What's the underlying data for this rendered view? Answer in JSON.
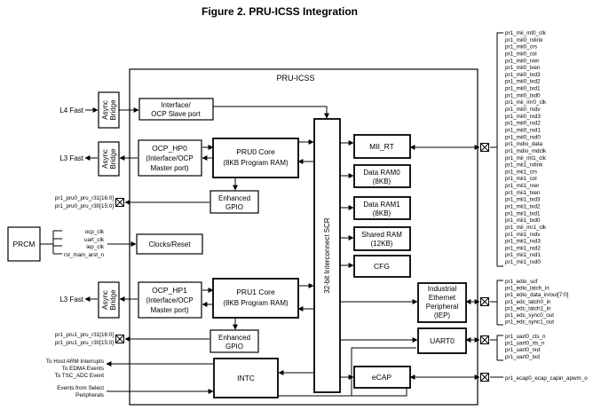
{
  "title": "Figure 2. PRU-ICSS Integration",
  "subsystem_label": "PRU-ICSS",
  "blocks": {
    "prcm": "PRCM",
    "async_bridge": [
      "Async",
      "Bridge"
    ],
    "ocp_slave": [
      "Interface/",
      "OCP Slave port"
    ],
    "ocp_hp0": [
      "OCP_HP0",
      "(Interface/OCP",
      "Master port)"
    ],
    "ocp_hp1": [
      "OCP_HP1",
      "(Interface/OCP",
      "Master port)"
    ],
    "pru0_core": [
      "PRU0 Core",
      "(8KB Program RAM)"
    ],
    "pru1_core": [
      "PRU1 Core",
      "(8KB Program RAM)"
    ],
    "enhanced_gpio": [
      "Enhanced",
      "GPIO"
    ],
    "clocks_reset": "Clocks/Reset",
    "interconnect": "32-bit Interconnect SCR",
    "intc": "INTC",
    "mii_rt": "MII_RT",
    "data_ram0": [
      "Data RAM0",
      "(8KB)"
    ],
    "data_ram1": [
      "Data RAM1",
      "(8KB)"
    ],
    "shared_ram": [
      "Shared RAM",
      "(12KB)"
    ],
    "cfg": "CFG",
    "iep": [
      "Industrial",
      "Ethernet",
      "Peripheral",
      "(IEP)"
    ],
    "uart0": "UART0",
    "ecap": "eCAP"
  },
  "left_labels": {
    "l4_fast": "L4 Fast",
    "l3_fast_0": "L3 Fast",
    "l3_fast_1": "L3 Fast",
    "pru0_gpio": [
      "pr1_pru0_pru_r31[16:0]",
      "pr1_pru0_pru_r30[15:0]"
    ],
    "pru1_gpio": [
      "pr1_pru1_pru_r31[16:0]",
      "pr1_pru1_pru_r30[15:0]"
    ],
    "clock_signals": [
      "ocp_clk",
      "uart_clk",
      "iep_clk",
      "rst_main_arst_n"
    ],
    "interrupts_out": [
      "To Host ARM Interrupts",
      "To EDMA Events",
      "To TSC_ADC Event"
    ],
    "events_in": [
      "Events from Select",
      "Peripherals"
    ]
  },
  "right_signals": {
    "mii": [
      "pr1_mii_mt0_clk",
      "pr1_mii0_rxlink",
      "pr1_mii0_crs",
      "pr1_mii0_col",
      "pr1_mii0_rxer",
      "pr1_mii0_txen",
      "pr1_mii0_txd3",
      "pr1_mii0_txd2",
      "pr1_mii0_txd1",
      "pr1_mii0_txd0",
      "pr1_mii_mr0_clk",
      "pr1_mii0_rxdv",
      "pr1_mii0_rxd3",
      "pr1_mii0_rxd2",
      "pr1_mii0_rxd1",
      "pr1_mii0_rxd0",
      "pr1_mdio_data",
      "pr1_mdio_mdclk",
      "pr1_mii_mt1_clk",
      "pr1_mii1_rxlink",
      "pr1_mii1_crs",
      "pr1_mii1_col",
      "pr1_mii1_rxer",
      "pr1_mii1_txen",
      "pr1_mii1_txd3",
      "pr1_mii1_txd2",
      "pr1_mii1_txd1",
      "pr1_mii1_txd0",
      "pr1_mii_mr1_clk",
      "pr1_mii1_rxdv",
      "pr1_mii1_rxd3",
      "pr1_mii1_rxd2",
      "pr1_mii1_rxd1",
      "pr1_mii1_rxd0"
    ],
    "iep": [
      "pr1_edio_sof",
      "pr1_edio_latch_in",
      "pr1_edio_data_in/out[7:0]",
      "pr1_edc_latch0_in",
      "pr1_edc_latch1_in",
      "pr1_edc_sync0_out",
      "pr1_edc_sync1_out"
    ],
    "uart": [
      "pr1_uart0_cts_n",
      "pr1_uart0_rts_n",
      "pr1_uart0_rxd",
      "pr1_uart0_txd"
    ],
    "ecap": "pr1_ecap0_ecap_capin_apwm_o"
  }
}
